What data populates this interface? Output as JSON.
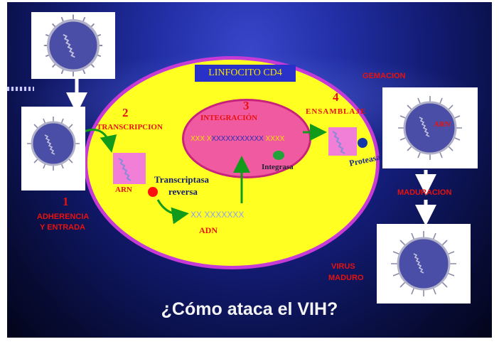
{
  "title": "¿Cómo ataca el VIH?",
  "cell_label": "LINFOCITO CD4",
  "steps": {
    "s1": {
      "num": "1",
      "label_line1": "ADHERENCIA",
      "label_line2": "Y ENTRADA"
    },
    "s2": {
      "num": "2",
      "label": "TRANSCRIPCION"
    },
    "s3": {
      "num": "3",
      "label": "INTEGRACIÓN"
    },
    "s4": {
      "num": "4",
      "label": "ENSAMBLAJE"
    }
  },
  "labels": {
    "arn_left": "ARN",
    "transcriptasa_line1": "Transcriptasa",
    "transcriptasa_line2": "reversa",
    "adn_seq": "XX XXXXXXX",
    "adn": "ADN",
    "integration_seq_a": "XXX X",
    "integration_seq_b": "XXXXXXXXXXX",
    "integration_seq_c": " XXXX",
    "integrasa": "Integrasa",
    "proteasa": "Proteasa",
    "gemacion": "GEMACION",
    "arn_right": "ARN",
    "maduracion": "MADURACION",
    "virus_line1": "VIRUS",
    "virus_line2": "MADURO"
  },
  "colors": {
    "cell": "#ffff22",
    "nucleus": "#f05aa0",
    "accent_red": "#e8120f",
    "arrow_green": "#129a1a",
    "enzyme_red": "#ff1010",
    "enzyme_green": "#1fa33a",
    "enzyme_blue": "#1436a8"
  }
}
